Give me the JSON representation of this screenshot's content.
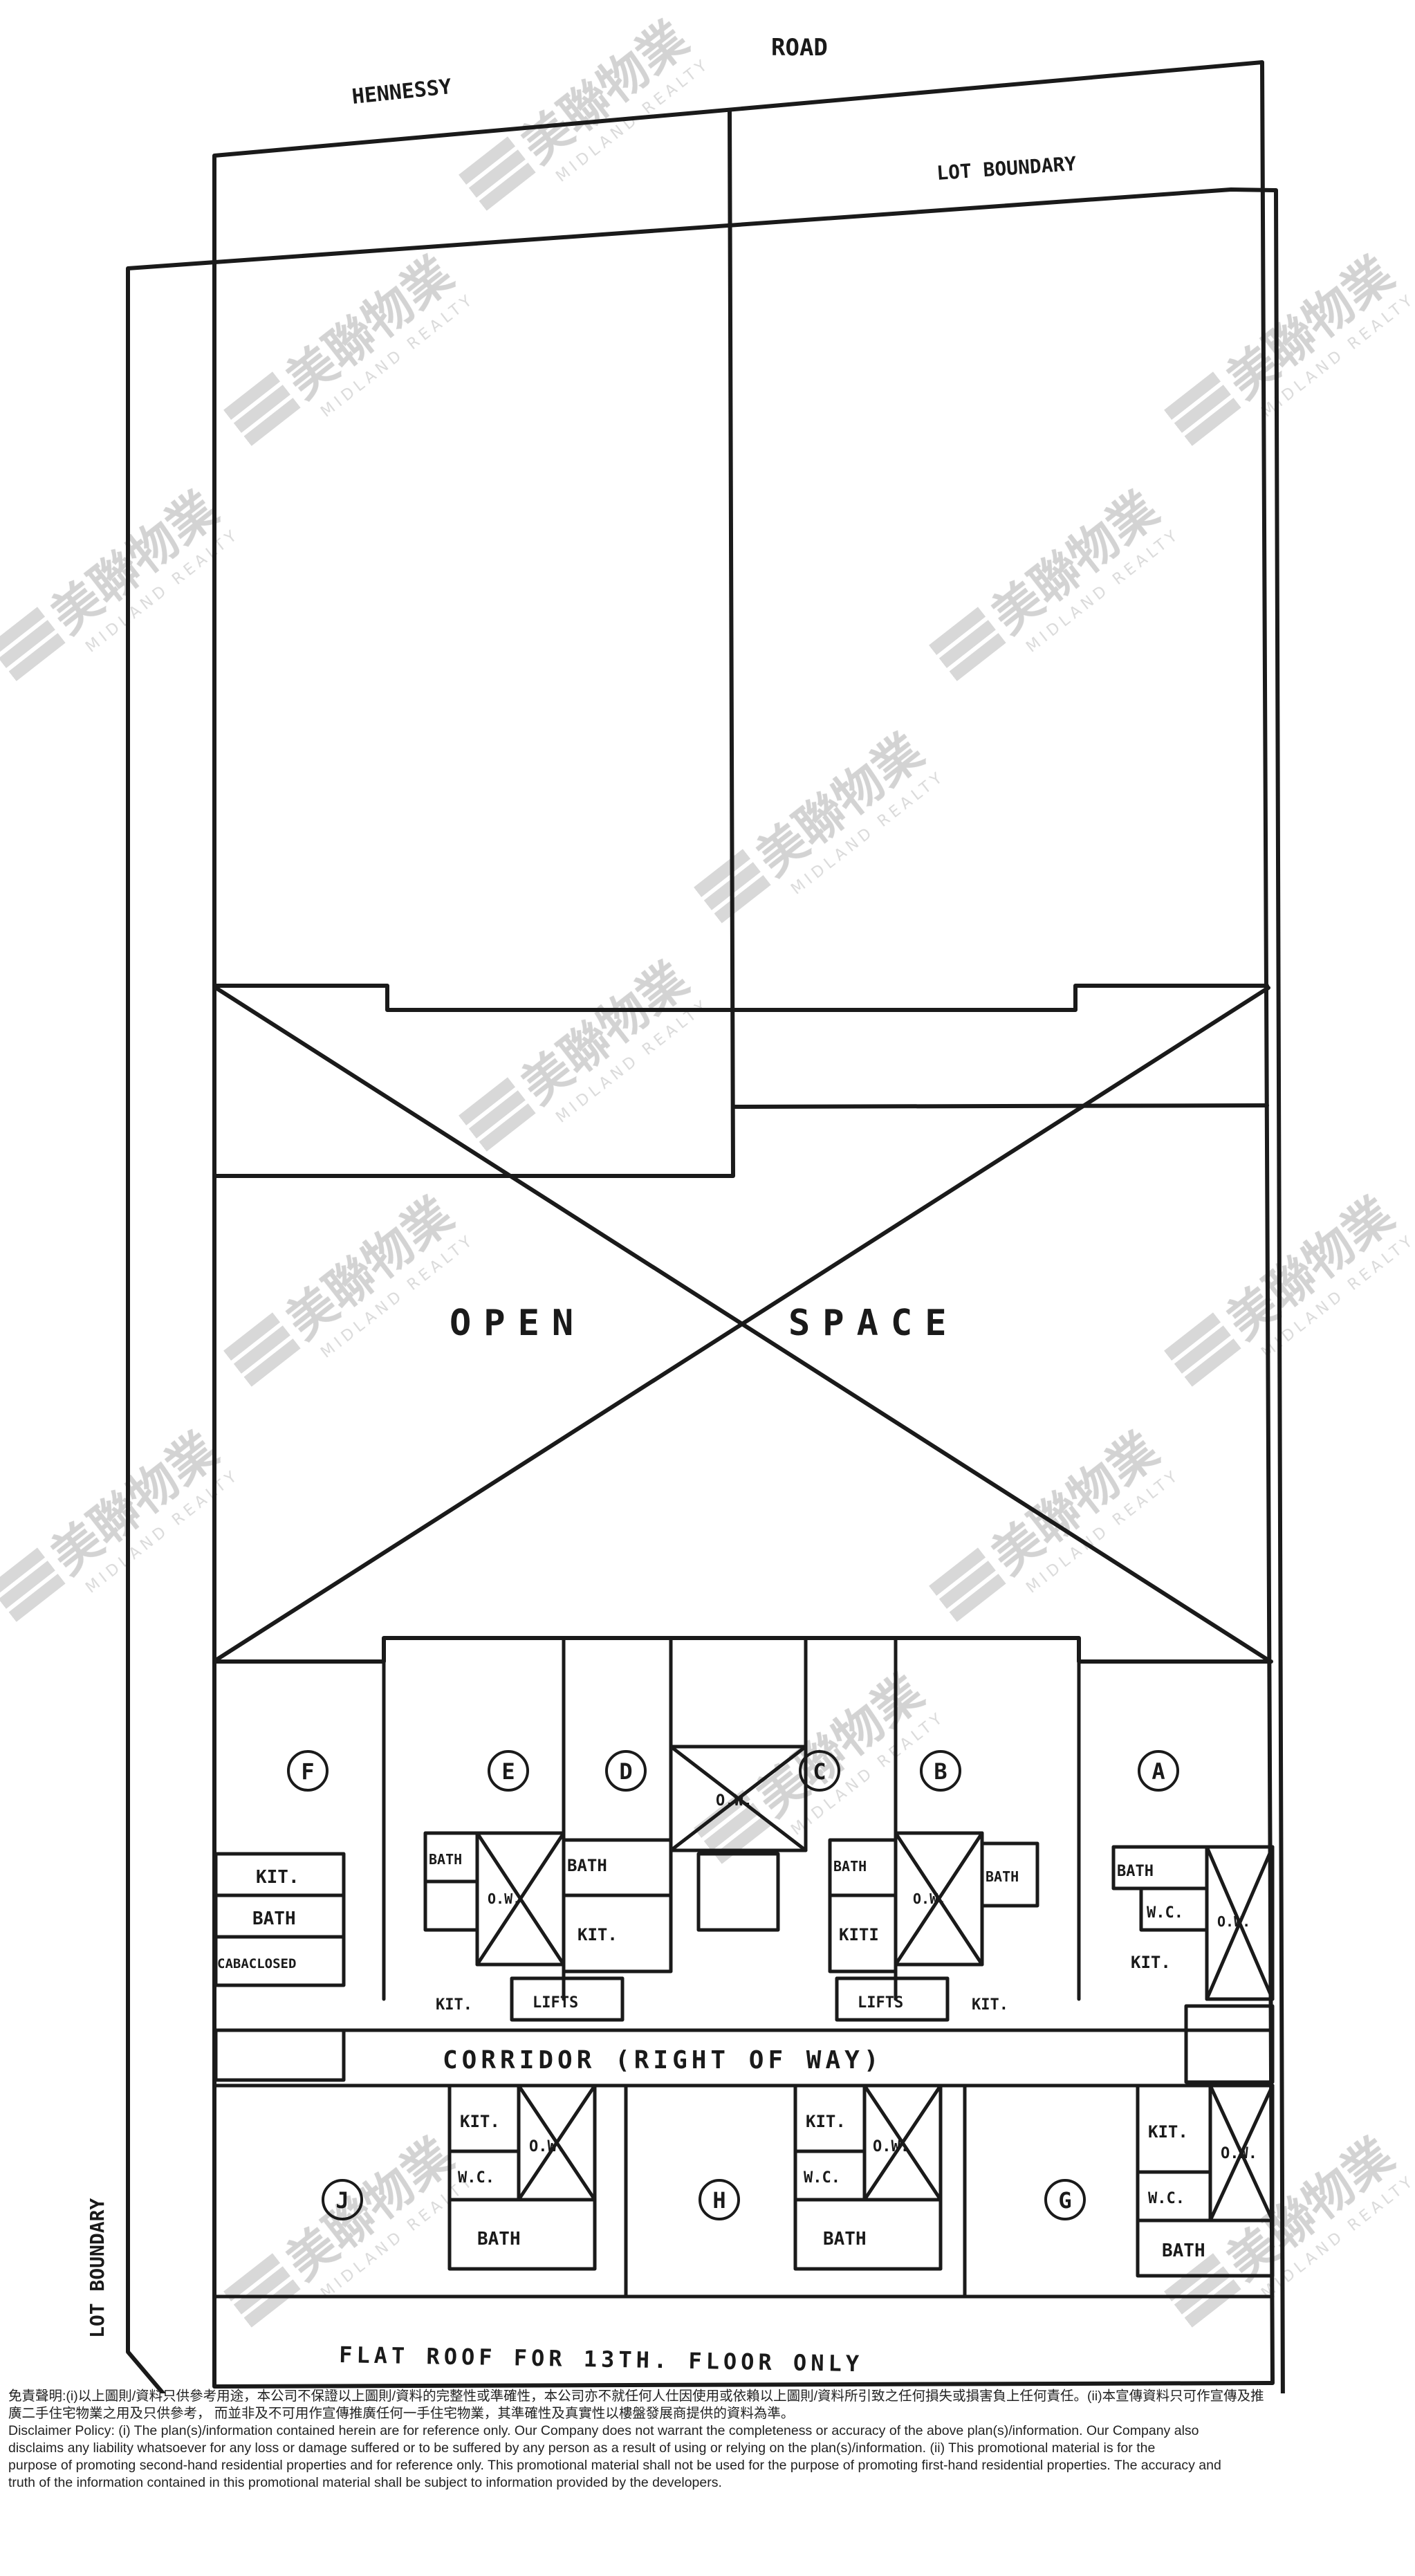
{
  "plan": {
    "road_labels": [
      "HENNESSY",
      "ROAD"
    ],
    "lot_boundary_top": "LOT BOUNDARY",
    "lot_boundary_side": "LOT BOUNDARY",
    "open_space": [
      "OPEN",
      "SPACE"
    ],
    "corridor": "CORRIDOR (RIGHT OF WAY)",
    "flat_roof": "FLAT ROOF FOR 13TH. FLOOR ONLY",
    "units": [
      "F",
      "E",
      "D",
      "C",
      "B",
      "A",
      "J",
      "H",
      "G"
    ],
    "rooms": {
      "kit": "KIT.",
      "bath": "BATH",
      "wc": "W.C.",
      "ow": "O.W.",
      "lifts": "LIFTS",
      "cabinet": "CABACLOSED",
      "kit_short": "KITI"
    }
  },
  "watermark": {
    "brand_cn": "美聯物業",
    "brand_en": "MIDLAND REALTY"
  },
  "disclaimer": {
    "cn_line1": "免責聲明:(i)以上圖則/資料只供參考用途，本公司不保證以上圖則/資料的完整性或準確性，本公司亦不就任何人仕因使用或依賴以上圖則/資料所引致之任何損失或損害負上任何責任。(ii)本宣傳資料只可作宣傳及推",
    "cn_line2": "廣二手住宅物業之用及只供參考， 而並非及不可用作宣傳推廣任何一手住宅物業，其準確性及真實性以樓盤發展商提供的資料為準。",
    "en_line1": "Disclaimer Policy: (i) The plan(s)/information contained herein are for reference only. Our Company does not warrant the completeness or accuracy of the above plan(s)/information. Our Company also",
    "en_line2": "disclaims any liability whatsoever for any loss or damage suffered or to be suffered by any person as a result of using or relying on the plan(s)/information. (ii) This promotional material is for the",
    "en_line3": "purpose of promoting second-hand residential properties and for reference only. This promotional material shall not be used for the purpose of promoting first-hand residential properties. The accuracy and",
    "en_line4": "truth of the information contained in this promotional material shall be subject to information provided by the developers."
  }
}
